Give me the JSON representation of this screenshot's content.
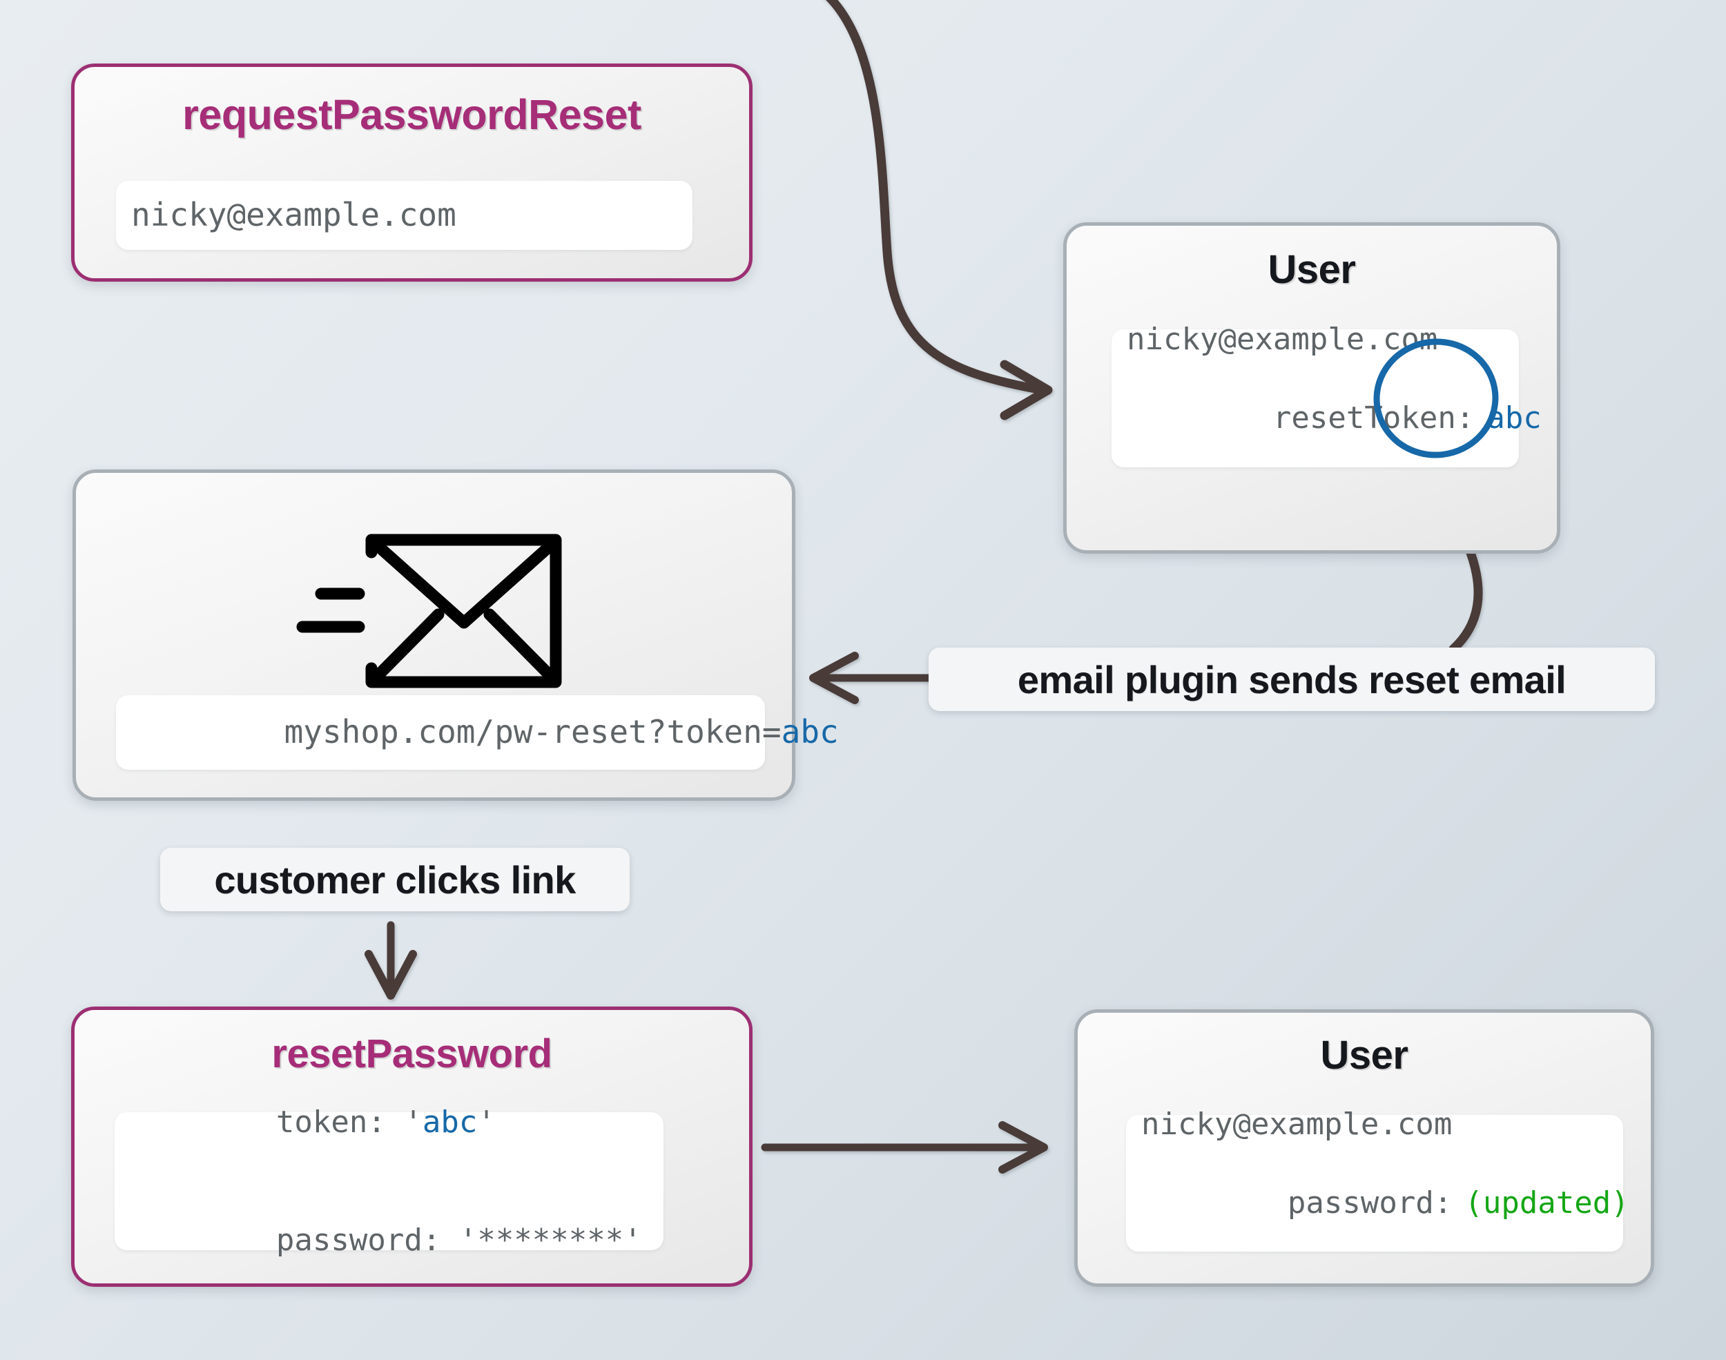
{
  "diagram": {
    "title": "password reset token flow",
    "background_from": "#e8edf1",
    "background_to": "#ccd6dc",
    "accent_color": "#a62d78",
    "neutral_border": "#a8b0b6",
    "arrow_color": "#4a3b38",
    "token_highlight_color": "#1668a8",
    "updated_color": "#16a616"
  },
  "nodes": {
    "request_password_reset": {
      "title": "requestPasswordReset",
      "fields": [
        {
          "text": "nicky@example.com"
        }
      ]
    },
    "user_with_token": {
      "title": "User",
      "fields": [
        {
          "text": "nicky@example.com"
        },
        {
          "label": "resetToken:",
          "value": "abc",
          "value_color": "#1668a8",
          "circled": true
        }
      ]
    },
    "reset_email": {
      "icon": "send-email-icon",
      "link_prefix": "myshop.com/pw-reset?token=",
      "link_token": "abc"
    },
    "reset_password": {
      "title": "resetPassword",
      "fields": [
        {
          "label": "token:",
          "quote_open": " '",
          "value": "abc",
          "quote_close": "'",
          "value_color": "#1668a8"
        },
        {
          "label": "password:",
          "quote_open": " '",
          "value": "********",
          "quote_close": "'",
          "value_color": "#5e6467"
        }
      ]
    },
    "user_updated": {
      "title": "User",
      "fields": [
        {
          "text": "nicky@example.com"
        },
        {
          "label": "password:",
          "value": "(updated)",
          "value_color": "#16a616"
        }
      ]
    }
  },
  "edges": [
    {
      "id": "request-to-user",
      "label": "",
      "from": "request_password_reset",
      "to": "user_with_token",
      "style": "curved",
      "arrowhead": "end"
    },
    {
      "id": "token-to-email-plugin",
      "label": "",
      "from": "user_with_token",
      "to": "email_plugin_label",
      "style": "curved",
      "arrowhead": "none"
    },
    {
      "id": "email-plugin-to-email",
      "label": "email plugin sends reset email",
      "from": "email_plugin_label",
      "to": "reset_email",
      "style": "straight",
      "arrowhead": "end-left"
    },
    {
      "id": "email-to-reset",
      "label": "customer clicks link",
      "from": "reset_email",
      "to": "reset_password",
      "style": "straight",
      "arrowhead": "end-down"
    },
    {
      "id": "reset-to-user-updated",
      "label": "",
      "from": "reset_password",
      "to": "user_updated",
      "style": "straight",
      "arrowhead": "end-right"
    }
  ],
  "labels": {
    "email_plugin": "email plugin sends reset email",
    "customer_clicks": "customer clicks link"
  }
}
